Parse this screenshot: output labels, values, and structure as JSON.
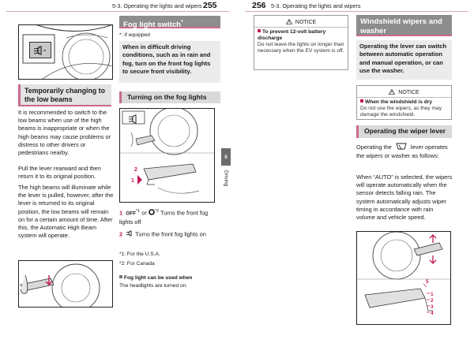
{
  "left_page": {
    "section": "5-3. Operating the lights and wipers",
    "page_number": "255",
    "low_beam": {
      "title": "Temporarily changing to the low beams",
      "para1": "It is recommended to switch to the low beams when use of the high beams is inappropriate or when the high beams may cause problems or distress to other drivers or pedestrians nearby.",
      "para2": "Pull the lever rearward and then return it to its original position.",
      "para3": "The high beams will illuminate while the lever is pulled, however, after the lever is returned to its original position, the low beams will remain on for a certain amount of time. After this, the Automatic High Beam system will operate."
    },
    "fog": {
      "title": "Fog light switch",
      "title_mark": "*",
      "equipped_mark": "*:",
      "equipped": "If equipped",
      "intro": "When in difficult driving conditions, such as in rain and fog, turn on the front fog lights to secure front visibility.",
      "subhead": "Turning on the fog lights",
      "item1_num": "1",
      "item1_off": "OFF",
      "item1_sup1": "*1",
      "item1_or": "or",
      "item1_sup2": "*2",
      "item1_text": "Turns the front fog lights off",
      "item2_num": "2",
      "item2_text": "Turns the front fog lights on",
      "fn1_mark": "*1:",
      "fn1": "For the U.S.A.",
      "fn2_mark": "*2:",
      "fn2": "For Canada",
      "note_head": "Fog light can be used when",
      "note_body": "The headlights are turned on."
    }
  },
  "right_page": {
    "page_number": "256",
    "section": "5-3. Operating the lights and wipers",
    "chapter_number": "5",
    "chapter_name": "Driving",
    "notice1": {
      "head": "NOTICE",
      "sub": "To prevent 12-volt battery discharge",
      "body": "Do not leave the lights on longer than necessary when the EV system is off."
    },
    "wiper": {
      "title": "Windshield wipers and washer",
      "intro": "Operating the lever can switch between automatic operation and manual operation, or can use the washer.",
      "notice_head": "NOTICE",
      "notice_sub": "When the windshield is dry",
      "notice_body": "Do not use the wipers, as they may damage the windshield.",
      "subhead": "Operating the wiper lever",
      "op_pre": "Operating the",
      "op_post": "lever operates the wipers or washer as follows:",
      "auto_text": "When “AUTO” is selected, the wipers will operate automatically when the sensor detects falling rain. The system automatically adjusts wiper timing in accordance with rain volume and vehicle speed."
    },
    "callouts": [
      "1",
      "2",
      "3",
      "4",
      "5"
    ]
  },
  "fig_labels": {
    "top": [
      "1",
      "2"
    ],
    "bottom": [
      "1",
      "2",
      "3",
      "4",
      "5"
    ]
  },
  "colors": {
    "accent": "#c2185b",
    "header_gray": "#8d8d8d",
    "box_gray": "#ebebeb"
  }
}
